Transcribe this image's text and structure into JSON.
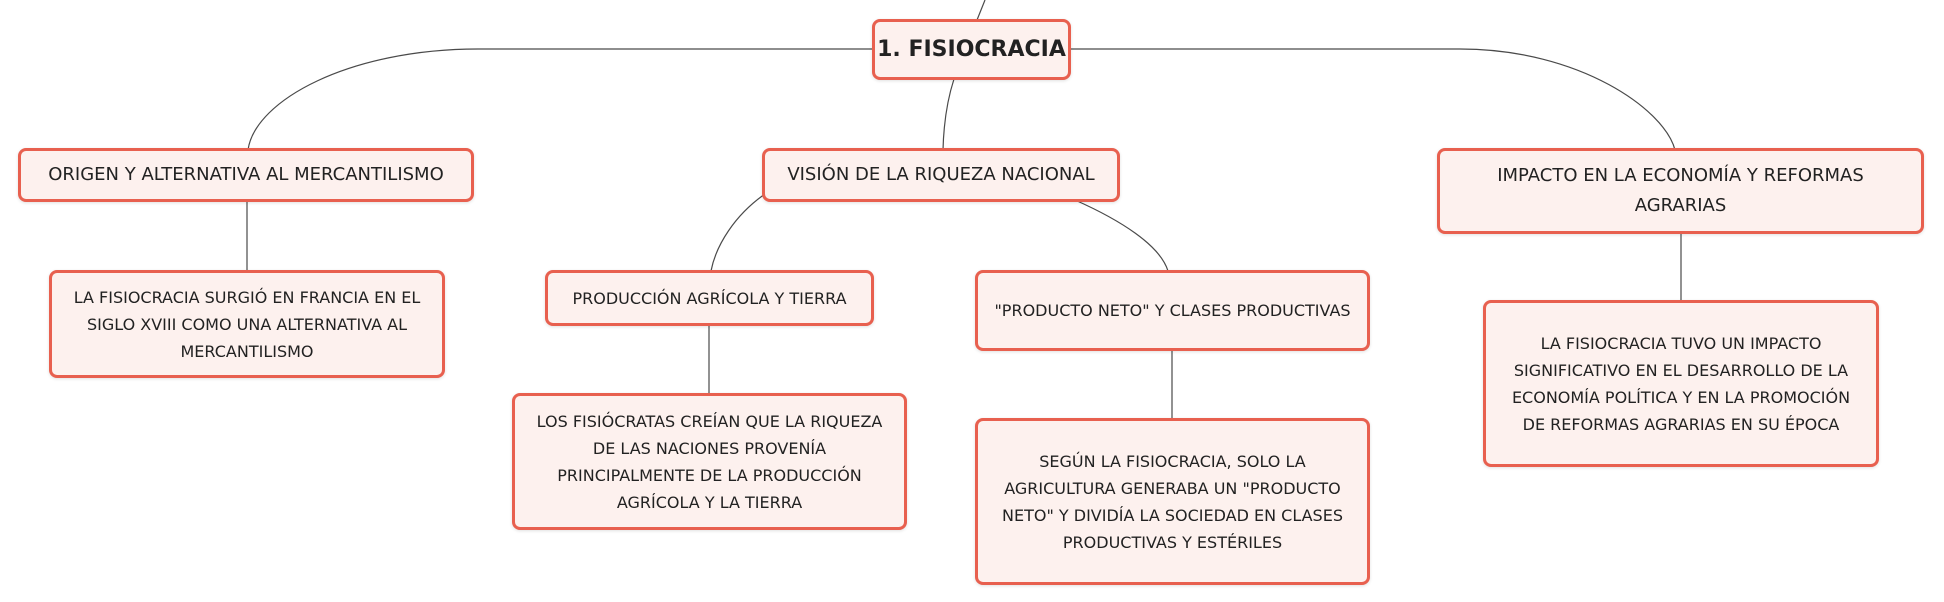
{
  "mindmap": {
    "root": {
      "label": "1. FISIOCRACIA"
    },
    "branches": [
      {
        "label": "ORIGEN Y ALTERNATIVA AL MERCANTILISMO",
        "children": [
          {
            "label": "LA FISIOCRACIA SURGIÓ EN FRANCIA EN EL SIGLO XVIII COMO UNA ALTERNATIVA AL MERCANTILISMO"
          }
        ]
      },
      {
        "label": "VISIÓN DE LA RIQUEZA NACIONAL",
        "children": [
          {
            "label": "PRODUCCIÓN AGRÍCOLA Y TIERRA",
            "children": [
              {
                "label": "LOS FISIÓCRATAS CREÍAN QUE LA RIQUEZA DE LAS NACIONES PROVENÍA PRINCIPALMENTE DE LA PRODUCCIÓN AGRÍCOLA Y LA TIERRA"
              }
            ]
          },
          {
            "label": "\"PRODUCTO NETO\" Y CLASES PRODUCTIVAS",
            "children": [
              {
                "label": "SEGÚN LA FISIOCRACIA, SOLO LA AGRICULTURA GENERABA UN \"PRODUCTO NETO\" Y DIVIDÍA LA SOCIEDAD EN CLASES PRODUCTIVAS Y ESTÉRILES"
              }
            ]
          }
        ]
      },
      {
        "label": "IMPACTO EN LA ECONOMÍA Y REFORMAS AGRARIAS",
        "children": [
          {
            "label": "LA FISIOCRACIA TUVO UN IMPACTO SIGNIFICATIVO EN EL DESARROLLO DE LA ECONOMÍA POLÍTICA Y EN LA PROMOCIÓN DE REFORMAS AGRARIAS EN SU ÉPOCA"
          }
        ]
      }
    ]
  },
  "colors": {
    "node_border": "#e8604f",
    "node_fill": "#fdf1ee",
    "connector": "#4a4a4a",
    "text": "#222222"
  }
}
